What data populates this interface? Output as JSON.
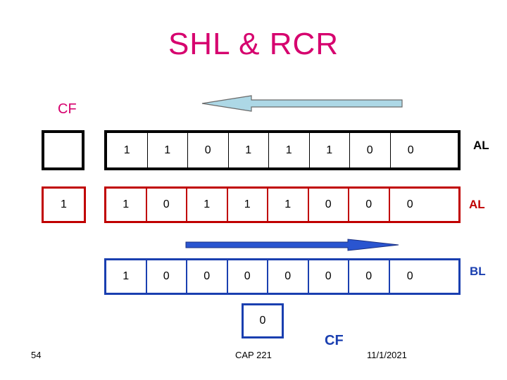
{
  "slide": {
    "title": "SHL  & RCR",
    "top_carry_label": "CF",
    "bottom_carry_label": "CF",
    "colors": {
      "title": "#d6006e",
      "shl_register": "#000000",
      "result_register": "#c00000",
      "rcr_register": "#1a3fb0",
      "left_arrow_fill": "#add8e6",
      "right_arrow_fill": "#2a55d0"
    },
    "arrows": [
      {
        "name": "left-arrow-icon",
        "direction": "left"
      },
      {
        "name": "right-arrow-icon",
        "direction": "right"
      }
    ]
  },
  "shl_row": {
    "carry_value": "",
    "bits": [
      "1",
      "1",
      "0",
      "1",
      "1",
      "1",
      "0",
      "0"
    ],
    "label": "AL"
  },
  "result_row": {
    "carry_value": "1",
    "bits": [
      "1",
      "0",
      "1",
      "1",
      "1",
      "0",
      "0",
      "0"
    ],
    "label": "AL"
  },
  "rcr_row": {
    "bits": [
      "1",
      "0",
      "0",
      "0",
      "0",
      "0",
      "0",
      "0"
    ],
    "label": "BL",
    "carry_value": "0"
  },
  "footer": {
    "page_number": "54",
    "course": "CAP 221",
    "date": "11/1/2021"
  }
}
